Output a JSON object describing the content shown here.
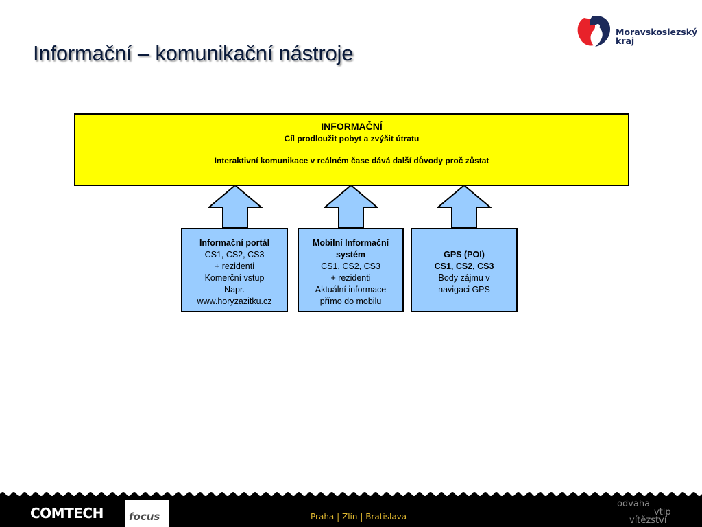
{
  "slide": {
    "title": "Informační – komunikační nástroje"
  },
  "logo": {
    "text_line1": "Moravskoslezský",
    "text_line2": "kraj",
    "colors": {
      "red": "#e8222a",
      "blue": "#1c2a5a"
    }
  },
  "diagram": {
    "top_box": {
      "heading": "INFORMAČNÍ",
      "subheading": "Cíl prodloužit pobyt a zvýšit útratu",
      "description": "Interaktivní komunikace v reálném čase dává další důvody proč zůstat",
      "fill": "#ffff00"
    },
    "boxes": [
      {
        "lines": [
          {
            "text": "Informační portál",
            "bold": true
          },
          {
            "text": "CS1, CS2, CS3",
            "bold": false
          },
          {
            "text": "+ rezidenti",
            "bold": false
          },
          {
            "text": "Komerční vstup",
            "bold": false
          },
          {
            "text": "Napr.",
            "bold": false
          },
          {
            "text": "www.horyzazitku.cz",
            "bold": false
          }
        ]
      },
      {
        "lines": [
          {
            "text": "Mobilní Informační",
            "bold": true
          },
          {
            "text": "systém",
            "bold": true
          },
          {
            "text": "CS1, CS2, CS3",
            "bold": false
          },
          {
            "text": "+ rezidenti",
            "bold": false
          },
          {
            "text": "Aktuální informace",
            "bold": false
          },
          {
            "text": "přímo do mobilu",
            "bold": false
          }
        ]
      },
      {
        "lines": [
          {
            "text": "GPS (POI)",
            "bold": true
          },
          {
            "text": "CS1, CS2, CS3",
            "bold": true
          },
          {
            "text": "Body zájmu v",
            "bold": false
          },
          {
            "text": "navigaci GPS",
            "bold": false
          }
        ]
      }
    ],
    "box_fill": "#99ccff"
  },
  "footer": {
    "brand": "COMTECH",
    "partner": "focus",
    "cities": [
      "Praha",
      "Zlín",
      "Bratislava"
    ],
    "separator": "|",
    "slogan": [
      "odvaha",
      "vtip",
      "vítězství"
    ],
    "colors": {
      "bar": "#000000",
      "cities": "#e0b830"
    }
  }
}
